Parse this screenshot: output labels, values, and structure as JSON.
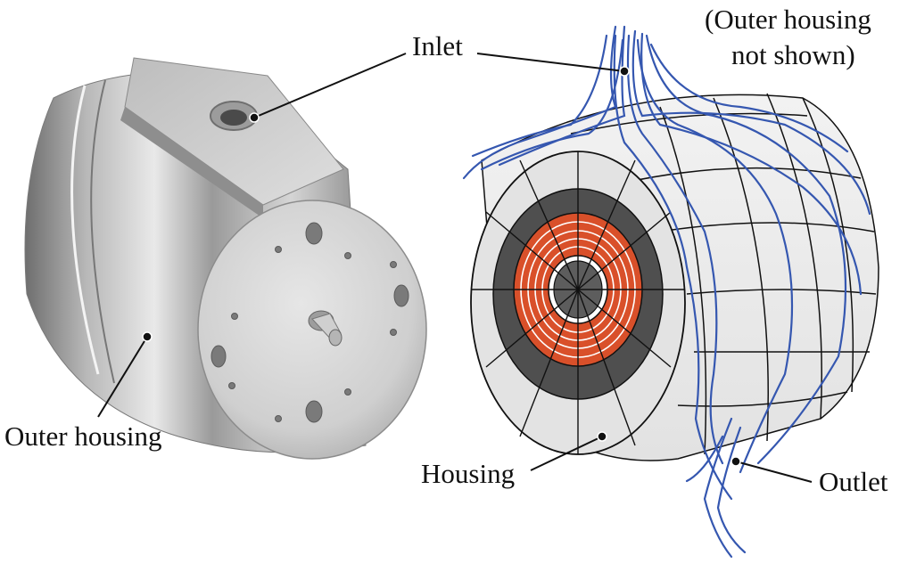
{
  "labels": {
    "inlet": "Inlet",
    "note_line1": "(Outer housing",
    "note_line2": "not shown)",
    "outer_housing": "Outer housing",
    "housing": "Housing",
    "outlet": "Outlet"
  },
  "colors": {
    "flow": "#3557b0",
    "coil": "#d9502a",
    "core": "#4f4f4f",
    "housing_face": "#e3e3e3",
    "metal": "#c9c9c9"
  }
}
